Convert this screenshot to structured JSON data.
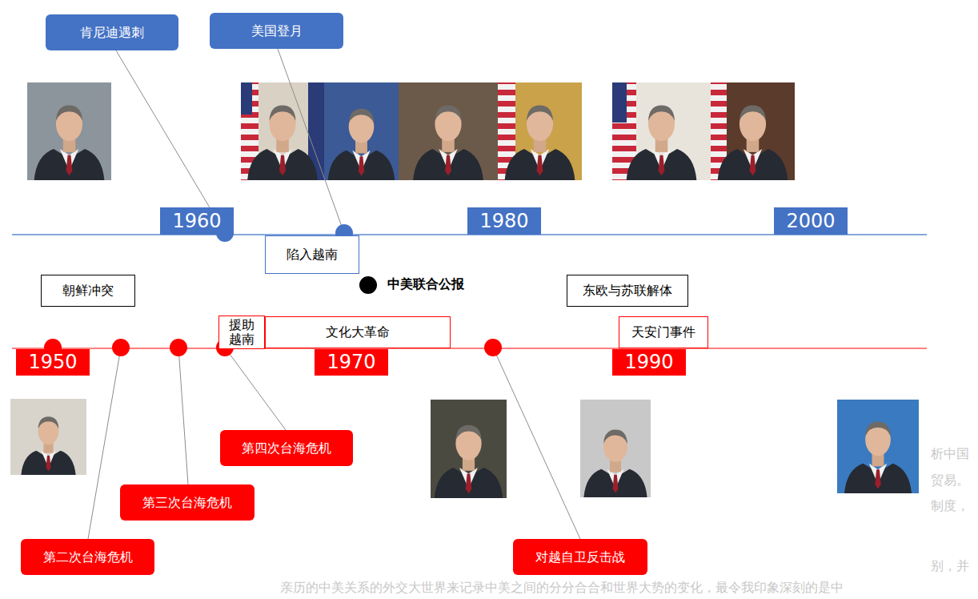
{
  "diagram": {
    "nodes": [
      {
        "text": [
          "肯尼迪遇刺"
        ]
      },
      {
        "text": [
          "美国登月"
        ]
      },
      {
        "text": [
          "1960"
        ]
      },
      {
        "text": [
          "1980"
        ]
      },
      {
        "text": [
          "2000"
        ]
      },
      {
        "text": [
          "陷入越南"
        ]
      },
      {
        "text": [
          "朝鲜冲突"
        ]
      },
      {
        "text": [
          "东欧与苏联解体"
        ]
      },
      {
        "text": [
          "援助 越南"
        ]
      },
      {
        "text": [
          "文化大革命"
        ]
      },
      {
        "text": [
          "天安门事件"
        ]
      },
      {
        "text": [
          "1950"
        ]
      },
      {
        "text": [
          "1970"
        ]
      },
      {
        "text": [
          "1990"
        ]
      },
      {
        "text": [
          "第四次台海危机"
        ]
      },
      {
        "text": [
          "第三次台海危机"
        ]
      },
      {
        "text": [
          "第二次台海危机"
        ]
      },
      {
        "text": [
          "对越自卫反击战"
        ]
      }
    ],
    "labels": [
      "中美联合公报",
      "析中国",
      "贸易。",
      "制度，",
      "别，并",
      "亲历的中美关系的外交大世界来记录中美之间的分分合合和世界大势的变化，最令我印象深刻的是中"
    ]
  }
}
